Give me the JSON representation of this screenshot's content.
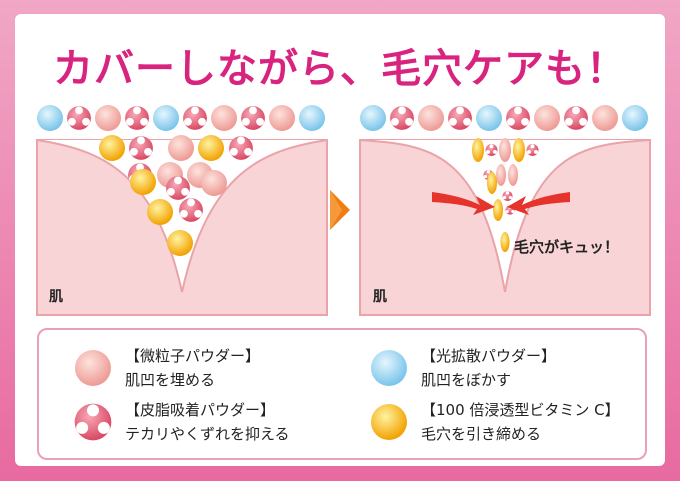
{
  "title": "カバーしながら、毛穴ケアも！",
  "panels": {
    "left_label": "肌",
    "right_label": "肌",
    "right_annotation": "毛穴がキュッ！"
  },
  "colors": {
    "accent": "#d8237f",
    "skin": "#f9d4d6",
    "skin_edge": "#eaa0a6",
    "pink_particle": "#f0a0a0",
    "blue_particle": "#8ecfef",
    "yellow_particle": "#f7b500",
    "absorb_particle": "#e8607a",
    "arrow": "#e4342b",
    "next_arrow": "#ef7d14"
  },
  "legend": [
    {
      "icon": "pink-particle-icon",
      "title": "【微粒子パウダー】",
      "desc": "肌凹を埋める"
    },
    {
      "icon": "blue-particle-icon",
      "title": "【光拡散パウダー】",
      "desc": "肌凹をぼかす"
    },
    {
      "icon": "absorb-particle-icon",
      "title": "【皮脂吸着パウダー】",
      "desc": "テカリやくずれを抑える"
    },
    {
      "icon": "yellow-particle-icon",
      "title": "【100 倍浸透型ビタミン C】",
      "desc": "毛穴を引き締める"
    }
  ]
}
